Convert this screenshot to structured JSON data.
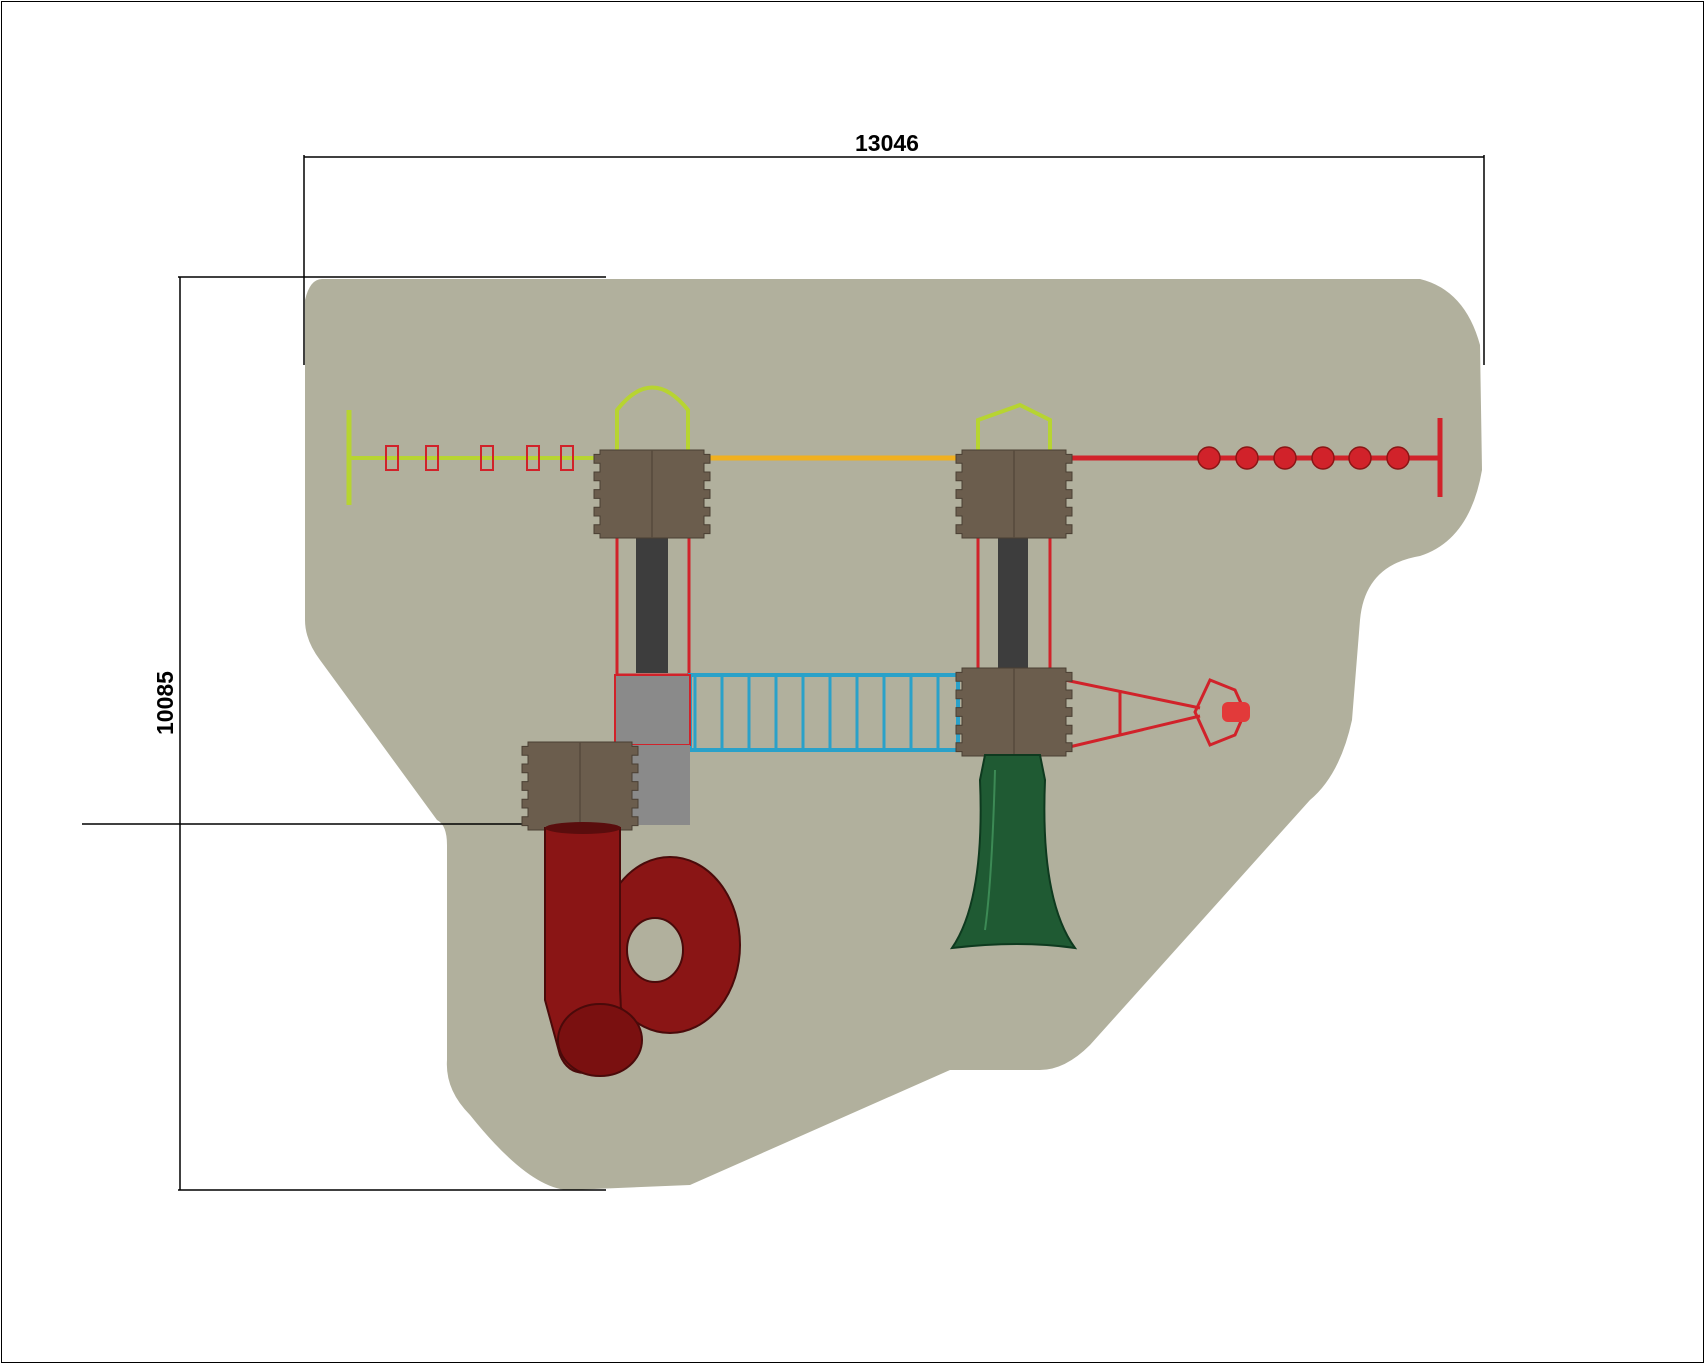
{
  "drawing": {
    "width_dimension": "13046",
    "height_dimension": "10085"
  },
  "colors": {
    "surface": "#b1b09d",
    "tower_deck": "#6b5d4d",
    "frame_red": "#d1222a",
    "frame_lime": "#b7d431",
    "bridge_blue": "#2aa1c9",
    "slide_green": "#1f5a33",
    "tube_slide_red": "#8a1515",
    "beam_yellow": "#f0b020",
    "ladder_dark": "#3d3d3d",
    "panel_grey": "#8a8a8a"
  },
  "components": [
    "left-tower",
    "right-tower",
    "lower-left-tower",
    "rope-bridge",
    "ladder-left",
    "ladder-right",
    "spiral-tube-slide",
    "straight-slide",
    "monkey-bar-left",
    "disc-swing-right",
    "overhead-beam",
    "net-climber"
  ]
}
